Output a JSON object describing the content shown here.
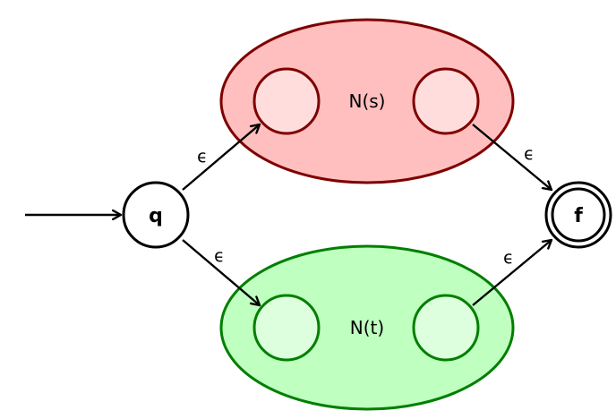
{
  "nfa": {
    "start_state": {
      "label": "q"
    },
    "final_state": {
      "label": "f",
      "accepting": true
    },
    "sub_automata": [
      {
        "label": "N(s)",
        "fill": "#ffbfbf",
        "stroke": "#7f0000",
        "inner_fill": "#ffdddd"
      },
      {
        "label": "N(t)",
        "fill": "#bfffbf",
        "stroke": "#007f00",
        "inner_fill": "#ddffdd"
      }
    ],
    "transitions": [
      {
        "from": "q",
        "to": "N(s).start",
        "label": "ϵ"
      },
      {
        "from": "N(s).end",
        "to": "f",
        "label": "ϵ"
      },
      {
        "from": "q",
        "to": "N(t).start",
        "label": "ϵ"
      },
      {
        "from": "N(t).end",
        "to": "f",
        "label": "ϵ"
      }
    ],
    "colors": {
      "state_stroke": "#000000",
      "state_fill": "#ffffff",
      "arrow": "#000000"
    }
  }
}
